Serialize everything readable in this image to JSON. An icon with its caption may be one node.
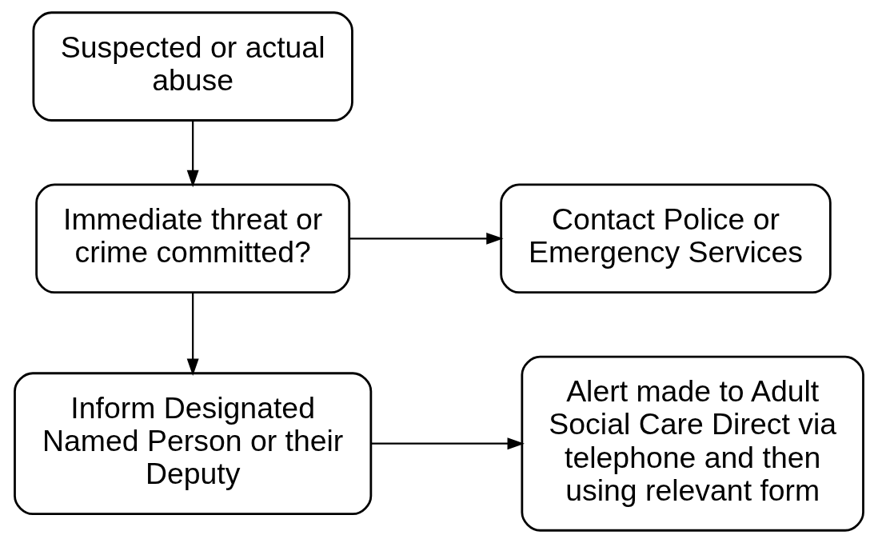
{
  "diagram": {
    "nodes": [
      {
        "text": [
          "Suspected or actual abuse"
        ]
      },
      {
        "text": [
          "Immediate threat or crime committed?"
        ]
      },
      {
        "text": [
          "Contact Police or Emergency Services"
        ]
      },
      {
        "text": [
          "Inform Designated Named Person or their Deputy"
        ]
      },
      {
        "text": [
          "Alert made to Adult Social Care Direct via telephone and then using relevant form"
        ]
      }
    ],
    "edges": [
      {
        "from": 0,
        "to": 1,
        "arrow": "to"
      },
      {
        "from": 1,
        "to": 2,
        "arrow": "to"
      },
      {
        "from": 1,
        "to": 3,
        "arrow": "to"
      },
      {
        "from": 3,
        "to": 4,
        "arrow": "to"
      }
    ]
  }
}
